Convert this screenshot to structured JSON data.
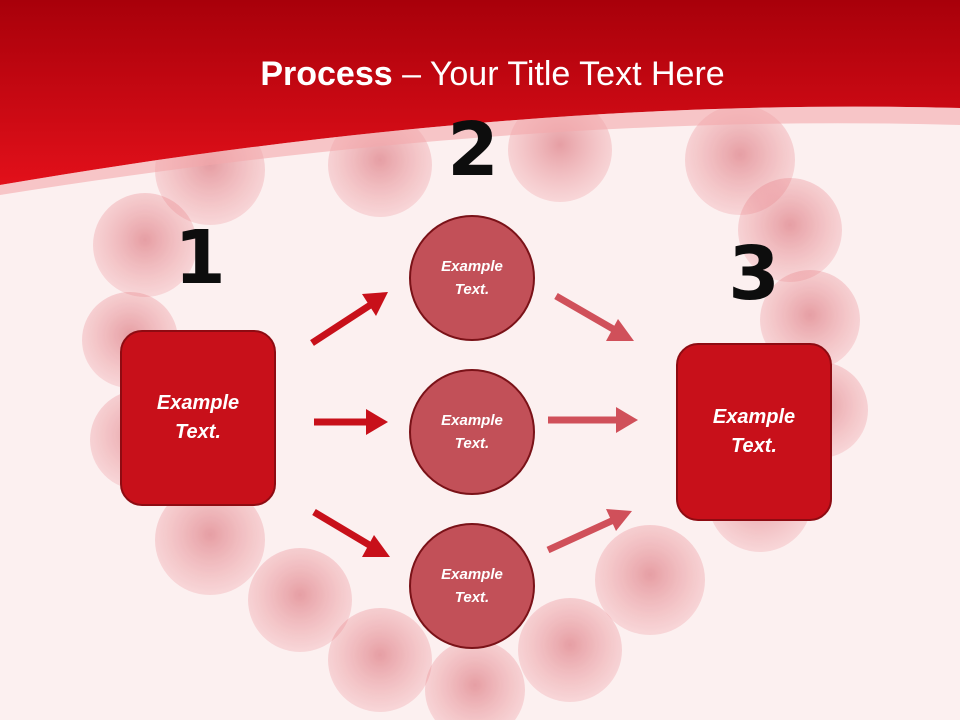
{
  "title": {
    "bold": "Process",
    "rest": " – Your Title Text Here"
  },
  "steps": [
    {
      "number": "1",
      "text": "Example\nText."
    },
    {
      "number": "2"
    },
    {
      "number": "3",
      "text": "Example\nText."
    }
  ],
  "circles": [
    {
      "text": "Example\nText."
    },
    {
      "text": "Example\nText."
    },
    {
      "text": "Example\nText."
    }
  ],
  "colors": {
    "header_red": "#c8101a",
    "box_fill": "#c8101a",
    "circle_fill": "#c25058",
    "arrow_dark": "#c8101a",
    "arrow_light": "#d0505a"
  }
}
